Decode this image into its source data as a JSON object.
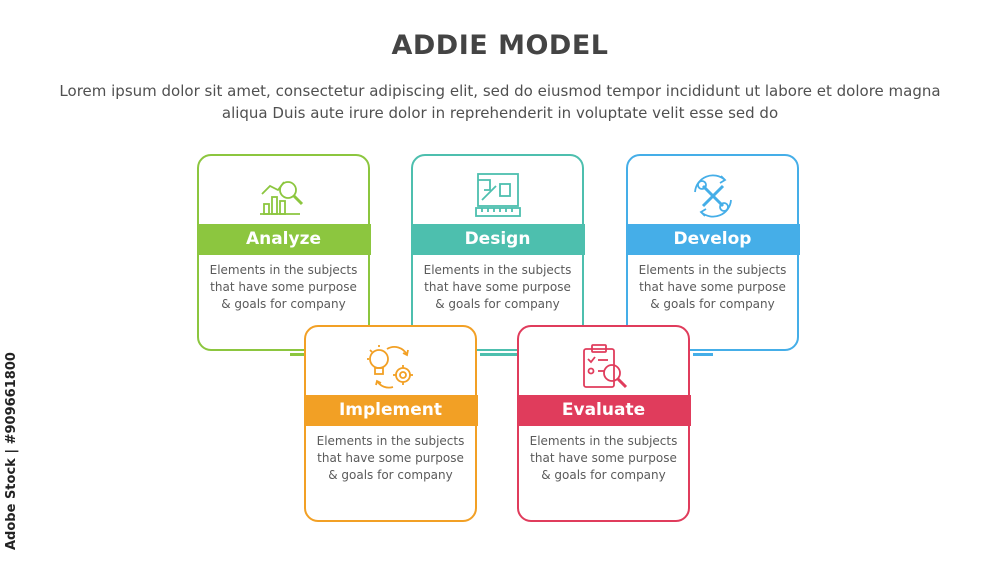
{
  "title": "ADDIE MODEL",
  "subtitle": "Lorem ipsum dolor sit amet, consectetur adipiscing elit, sed do eiusmod tempor incididunt ut labore et dolore magna aliqua Duis aute irure dolor in reprehenderit in voluptate velit esse sed do",
  "watermark": "Adobe Stock | #909661800",
  "steps": [
    {
      "label": "Analyze",
      "description": "Elements in the subjects that have  some purpose & goals for company",
      "color": "#8cc63f",
      "icon": "analysis-chart-icon"
    },
    {
      "label": "Design",
      "description": "Elements in the subjects that have  some purpose & goals for company",
      "color": "#4dbfae",
      "icon": "blueprint-icon"
    },
    {
      "label": "Develop",
      "description": "Elements in the subjects that have  some purpose & goals for company",
      "color": "#45aee8",
      "icon": "tools-cycle-icon"
    },
    {
      "label": "Implement",
      "description": "Elements in the subjects that have  some purpose & goals for company",
      "color": "#f2a025",
      "icon": "idea-gear-icon"
    },
    {
      "label": "Evaluate",
      "description": "Elements in the subjects that have  some purpose & goals for company",
      "color": "#e03c5c",
      "icon": "clipboard-search-icon"
    }
  ]
}
